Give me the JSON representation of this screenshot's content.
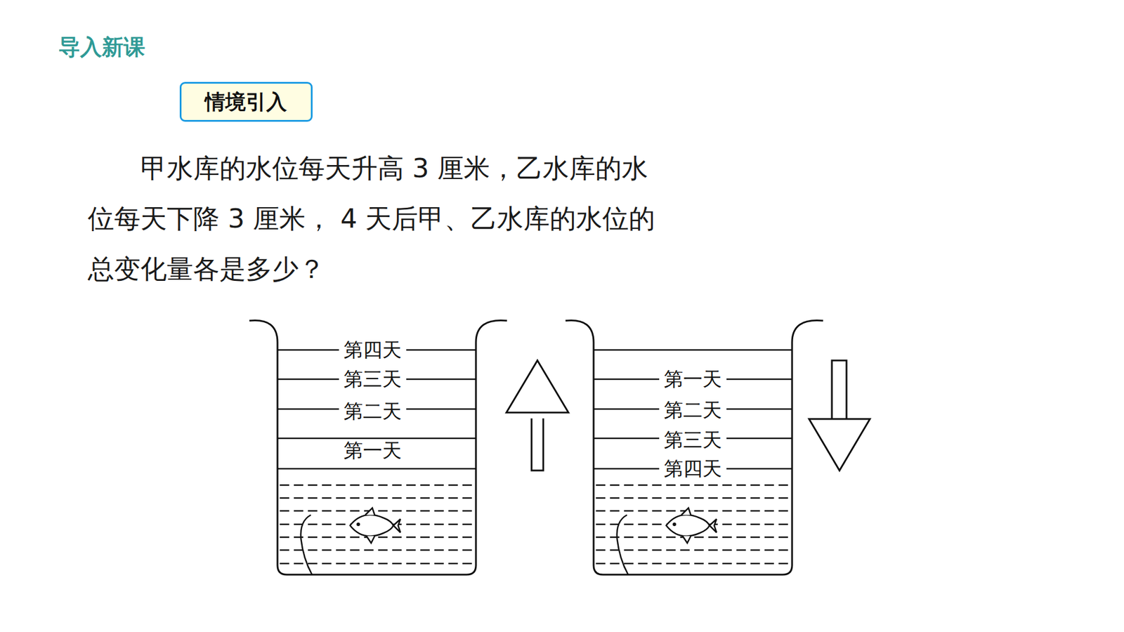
{
  "diagram": {
    "title": "导入新课",
    "nodes": [
      {
        "text": [
          "情境引入"
        ]
      }
    ],
    "labels": [
      "甲水库的水位每天升高 3 厘米，乙水库的水位每天下降 3 厘米， 4 天后甲、乙水库的水位的总变化量各是多少？",
      "第四天",
      "第三天",
      "第二天",
      "第一天",
      "第一天",
      "第二天",
      "第三天",
      "第四天"
    ]
  }
}
